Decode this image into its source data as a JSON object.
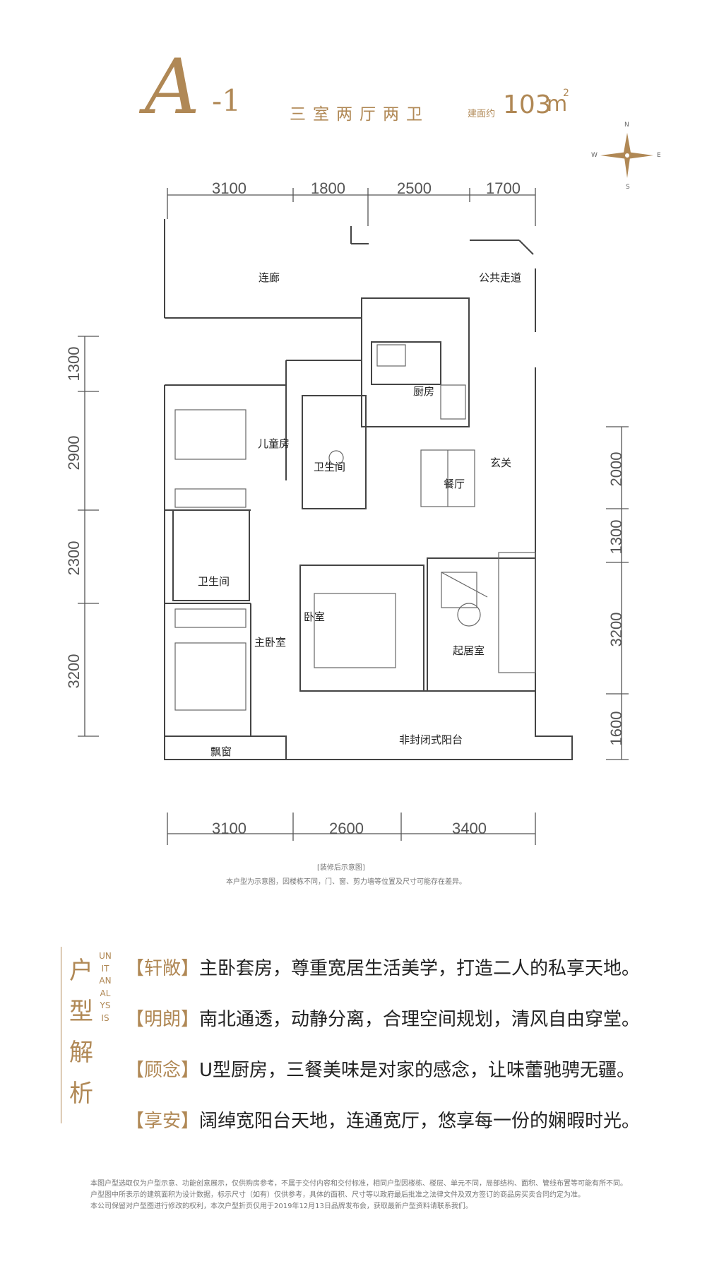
{
  "header": {
    "unit_letter": "A",
    "unit_suffix": "-1",
    "rooms": "三室两厅两卫",
    "area_label": "建面约",
    "area_value": "103",
    "area_unit": "m",
    "area_sup": "2"
  },
  "compass": {
    "n": "N",
    "s": "S",
    "e": "E",
    "w": "W"
  },
  "dimensions": {
    "top": [
      "3100",
      "1800",
      "2500",
      "1700"
    ],
    "bottom": [
      "3100",
      "2600",
      "3400"
    ],
    "left": [
      "1300",
      "2900",
      "2300",
      "3200"
    ],
    "right": [
      "2000",
      "1300",
      "3200",
      "1600"
    ]
  },
  "rooms": {
    "corridor": "连廊",
    "public_corridor": "公共走道",
    "kitchen": "厨房",
    "kids_room": "儿童房",
    "bathroom_1": "卫生间",
    "entrance": "玄关",
    "dining": "餐厅",
    "bathroom_2": "卫生间",
    "master_bedroom": "主卧室",
    "bedroom": "卧室",
    "living_room": "起居室",
    "bay_window": "飘窗",
    "balcony": "非封闭式阳台"
  },
  "plan_notes": {
    "decor": "[装修后示意图]",
    "disclaimer": "本户型为示意图，因楼栋不同，门、窗、剪力墙等位置及尺寸可能存在差异。"
  },
  "analysis": {
    "title": "户型解析",
    "title_en": "UNIT ANALYSIS",
    "items": [
      {
        "tag": "【轩敞】",
        "text": "主卧套房，尊重宽居生活美学，打造二人的私享天地。"
      },
      {
        "tag": "【明朗】",
        "text": "南北通透，动静分离，合理空间规划，清风自由穿堂。"
      },
      {
        "tag": "【顾念】",
        "text": "U型厨房，三餐美味是对家的感念，让味蕾驰骋无疆。"
      },
      {
        "tag": "【享安】",
        "text": "阔绰宽阳台天地，连通宽厅，悠享每一份的娴暇时光。"
      }
    ]
  },
  "footer": [
    "本图户型选取仅为户型示意、功能创意展示，仅供购房参考，不属于交付内容和交付标准，相同户型因楼栋、楼层、单元不同，局部结构、面积、管线布置等可能有所不同。",
    "户型图中所表示的建筑面积为设计数据，标示尺寸（如有）仅供参考，具体的面积、尺寸等以政府最后批准之法律文件及双方签订的商品房买卖合同约定为准。",
    "本公司保留对户型图进行修改的权利，本次户型折页仅用于2019年12月13日品牌发布会，获取最新户型资料请联系我们。"
  ],
  "colors": {
    "accent": "#b08855",
    "line": "#555555"
  }
}
